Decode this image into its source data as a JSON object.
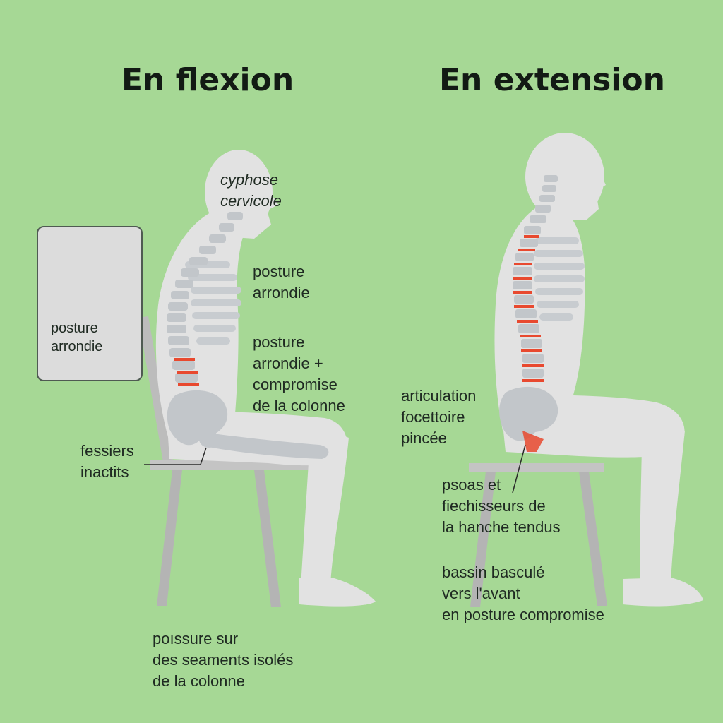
{
  "titles": {
    "left": "En flexion",
    "right": "En extension"
  },
  "left_panel": {
    "inset_label": "posture\narrondie",
    "labels": {
      "cyphose": "cyphose\ncervicole",
      "posture_arrondie": "posture\narrondie",
      "posture_compromise": "posture\narrondie +\ncompromise\nde la colonne",
      "fessiers": "fessiers\ninactits",
      "pression": "poıssure sur\ndes seaments isolés\nde la colonne"
    }
  },
  "right_panel": {
    "labels": {
      "articulation": "articulation\nfocettoire\npincée",
      "psoas": "psoas et\nfiechisseurs de\nla hanche tendus",
      "bassin": "bassin basculé\nvers l'avant\nen posture compromise"
    }
  },
  "colors": {
    "background": "#a6d895",
    "body": "#e3e3e3",
    "bone": "#c4c8cc",
    "highlight": "#e8492f",
    "chair": "#bcbcbc"
  }
}
